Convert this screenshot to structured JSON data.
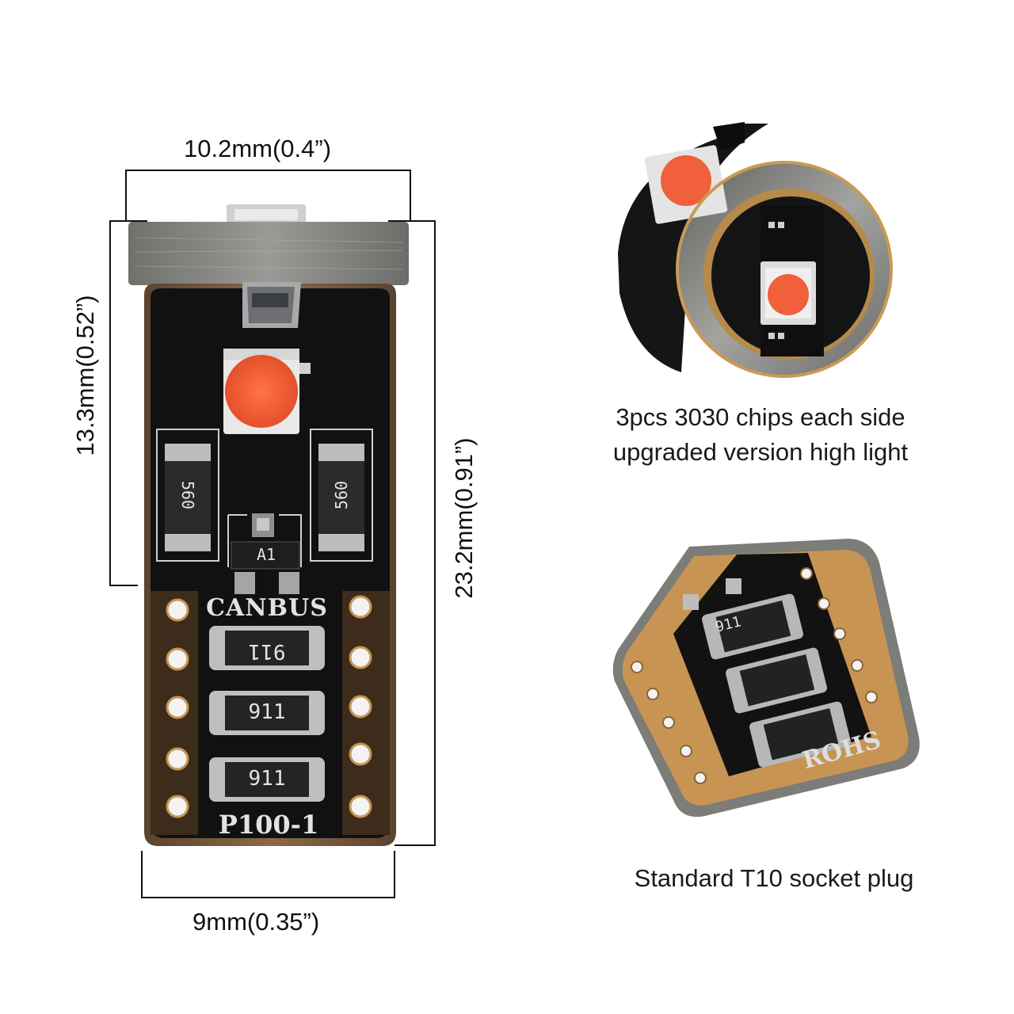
{
  "dimensions": {
    "top_width": "10.2mm(0.4”)",
    "bottom_width": "9mm(0.35”)",
    "upper_height": "13.3mm(0.52”)",
    "total_height": "23.2mm(0.91”)"
  },
  "pcb_markings": {
    "left_resistor": "560",
    "right_resistor": "560",
    "transistor": "A1",
    "brand": "CANBUS",
    "resistor_1": "911",
    "resistor_2": "911",
    "resistor_3": "911",
    "model": "P100-1"
  },
  "detail_markings": {
    "resistor": "911",
    "rohs": "ROHS"
  },
  "captions": {
    "top_line_1": "3pcs 3030 chips each side",
    "top_line_2": "upgraded version high light",
    "bottom": "Standard T10 socket plug"
  },
  "colors": {
    "led_chip": "#f0603a",
    "pcb_black": "#111111",
    "copper_pad": "#c79454",
    "aluminium": "#8a8a88"
  }
}
